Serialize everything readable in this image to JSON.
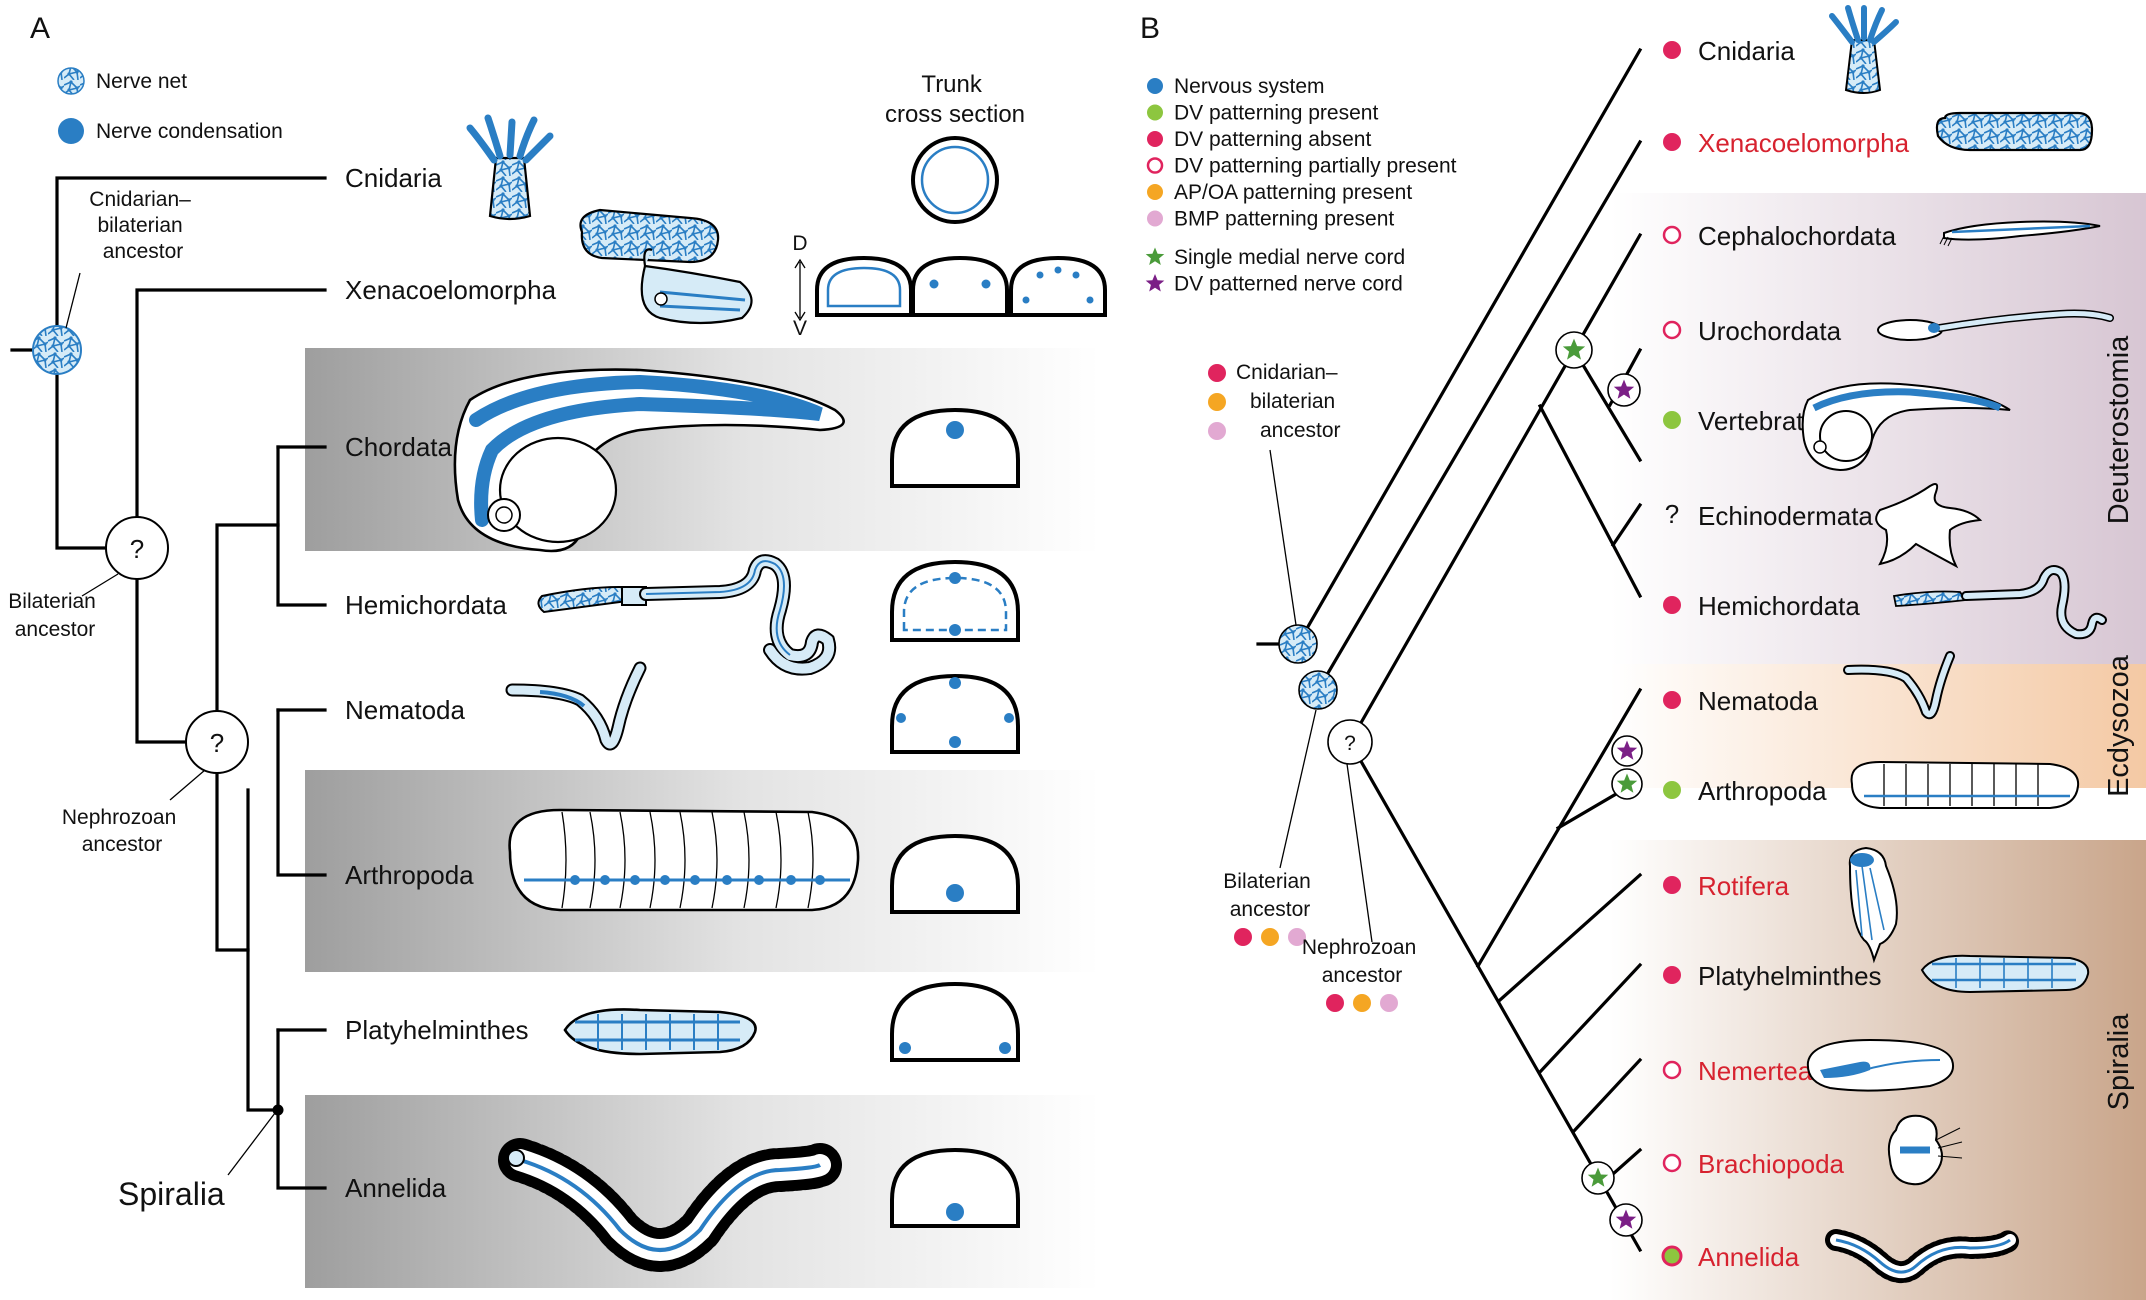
{
  "panel_a": {
    "letter": "A",
    "legend": {
      "nerve_net": "Nerve net",
      "nerve_condensation": "Nerve condensation"
    },
    "column_title_line1": "Trunk",
    "column_title_line2": "cross section",
    "axis_dorsal": "D",
    "axis_ventral": "V",
    "nodes": {
      "cnidarian_bilaterian": [
        "Cnidarian–",
        "bilaterian",
        "ancestor"
      ],
      "bilaterian": [
        "Bilaterian",
        "ancestor"
      ],
      "nephrozoan": [
        "Nephrozoan",
        "ancestor"
      ],
      "spiralia": "Spiralia",
      "unknown_mark": "?"
    },
    "taxa": [
      "Cnidaria",
      "Xenacoelomorpha",
      "Chordata",
      "Hemichordata",
      "Nematoda",
      "Arthropoda",
      "Platyhelminthes",
      "Annelida"
    ]
  },
  "panel_b": {
    "letter": "B",
    "legend": [
      {
        "symbol": "dot",
        "color": "#2a7ec4",
        "label": "Nervous system"
      },
      {
        "symbol": "dot",
        "color": "#8dc63f",
        "label": "DV patterning present"
      },
      {
        "symbol": "dot",
        "color": "#e0245e",
        "label": "DV patterning absent"
      },
      {
        "symbol": "ring",
        "color": "#e0245e",
        "label": "DV patterning partially present"
      },
      {
        "symbol": "dot",
        "color": "#f5a623",
        "label": "AP/OA patterning present"
      },
      {
        "symbol": "dot",
        "color": "#e2a9d2",
        "label": "BMP patterning present"
      },
      {
        "symbol": "star",
        "color": "#4a9b3a",
        "label": "Single medial nerve cord"
      },
      {
        "symbol": "star",
        "color": "#7b1f86",
        "label": "DV patterned nerve cord"
      }
    ],
    "nodes": {
      "cnidarian_bilaterian": [
        "Cnidarian–",
        "bilaterian",
        "ancestor"
      ],
      "bilaterian": [
        "Bilaterian",
        "ancestor"
      ],
      "nephrozoan": [
        "Nephrozoan",
        "ancestor"
      ],
      "unknown_mark": "?"
    },
    "taxa": [
      {
        "name": "Cnidaria",
        "status": "absent",
        "red_name": false
      },
      {
        "name": "Xenacoelomorpha",
        "status": "absent",
        "red_name": true
      },
      {
        "name": "Cephalochordata",
        "status": "partial",
        "red_name": false
      },
      {
        "name": "Urochordata",
        "status": "partial",
        "red_name": false
      },
      {
        "name": "Vertebrata",
        "status": "present",
        "red_name": false
      },
      {
        "name": "Echinodermata",
        "status": "unknown",
        "marker": "?",
        "red_name": false
      },
      {
        "name": "Hemichordata",
        "status": "absent",
        "red_name": false
      },
      {
        "name": "Nematoda",
        "status": "absent",
        "red_name": false
      },
      {
        "name": "Arthropoda",
        "status": "present",
        "red_name": false
      },
      {
        "name": "Rotifera",
        "status": "absent",
        "red_name": true
      },
      {
        "name": "Platyhelminthes",
        "status": "absent",
        "red_name": false
      },
      {
        "name": "Nemertea",
        "status": "partial",
        "red_name": true
      },
      {
        "name": "Brachiopoda",
        "status": "partial",
        "red_name": true
      },
      {
        "name": "Annelida",
        "status": "present-absent",
        "red_name": true
      }
    ],
    "clades": [
      "Deuterostomia",
      "Ecdysozoa",
      "Spiralia"
    ]
  }
}
